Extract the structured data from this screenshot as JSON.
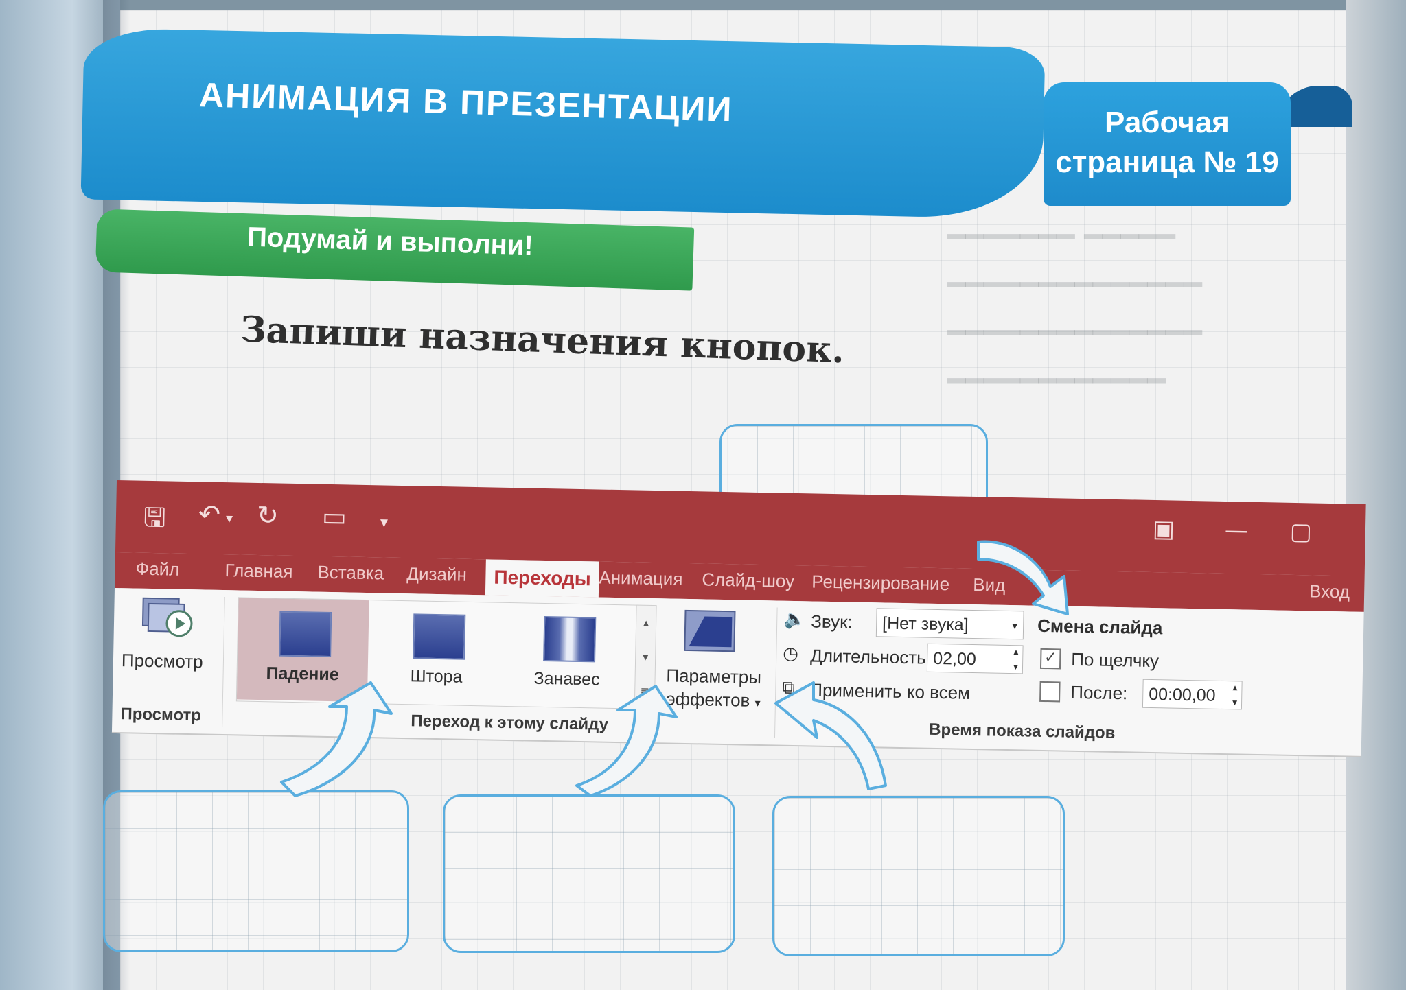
{
  "header": {
    "title": "АНИМАЦИЯ В ПРЕЗЕНТАЦИИ",
    "badge_line1": "Рабочая",
    "badge_line2": "страница № 19"
  },
  "subtitle": "Подумай и выполни!",
  "task": "Запиши назначения кнопок.",
  "ribbon": {
    "qat_icons": [
      "save-icon",
      "undo-icon",
      "redo-icon",
      "slideshow-icon",
      "customize-icon"
    ],
    "tabs": [
      "Файл",
      "Главная",
      "Вставка",
      "Дизайн",
      "Переходы",
      "Анимация",
      "Слайд-шоу",
      "Рецензирование",
      "Вид"
    ],
    "active_tab": "Переходы",
    "signin": "Вход",
    "preview": {
      "button": "Просмотр",
      "group": "Просмотр"
    },
    "transitions": {
      "items": [
        "Падение",
        "Штора",
        "Занавес"
      ],
      "selected": "Падение",
      "group": "Переход к этому слайду",
      "effect_options_line1": "Параметры",
      "effect_options_line2": "эффектов"
    },
    "timing": {
      "sound_label": "Звук:",
      "sound_value": "[Нет звука]",
      "duration_label": "Длительность:",
      "duration_value": "02,00",
      "apply_all": "Применить ко всем",
      "advance_title": "Смена слайда",
      "on_click_label": "По щелчку",
      "on_click_checked": true,
      "after_label": "После:",
      "after_value": "00:00,00",
      "after_checked": false,
      "group": "Время показа слайдов"
    },
    "accent_color": "#a63a3d"
  },
  "colors": {
    "title_band": "#1c8ccc",
    "subtitle_strip": "#2f9a4c",
    "answer_box_border": "#5aaedf"
  }
}
